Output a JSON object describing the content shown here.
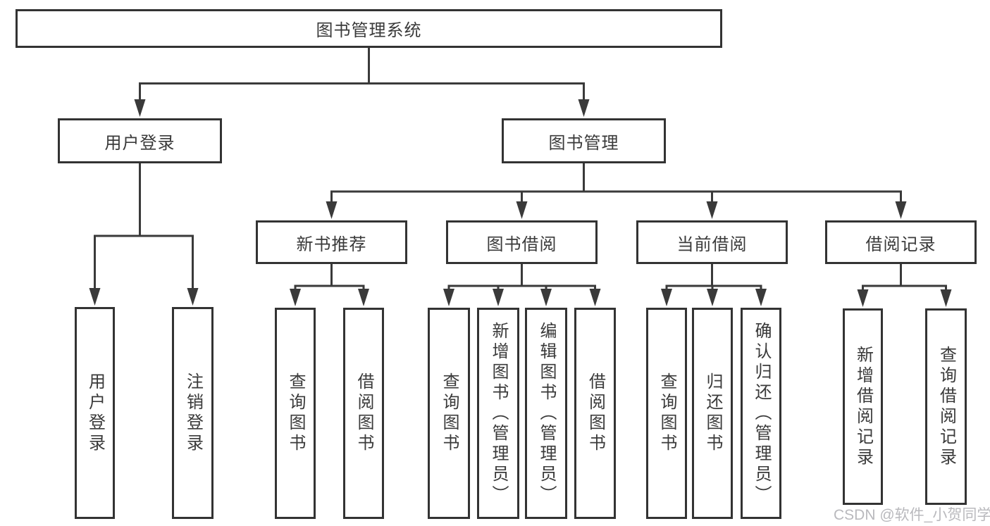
{
  "diagram": {
    "root": {
      "label": "图书管理系统"
    },
    "branches": [
      {
        "label": "用户登录",
        "children": [
          {
            "label": "用户登录"
          },
          {
            "label": "注销登录"
          }
        ]
      },
      {
        "label": "图书管理",
        "children": [
          {
            "label": "新书推荐",
            "children": [
              {
                "label": "查询图书"
              },
              {
                "label": "借阅图书"
              }
            ]
          },
          {
            "label": "图书借阅",
            "children": [
              {
                "label": "查询图书"
              },
              {
                "label": "新增图书（管理员）"
              },
              {
                "label": "编辑图书（管理员）"
              },
              {
                "label": "借阅图书"
              }
            ]
          },
          {
            "label": "当前借阅",
            "children": [
              {
                "label": "查询图书"
              },
              {
                "label": "归还图书"
              },
              {
                "label": "确认归还（管理员）"
              }
            ]
          },
          {
            "label": "借阅记录",
            "children": [
              {
                "label": "新增借阅记录"
              },
              {
                "label": "查询借阅记录"
              }
            ]
          }
        ]
      }
    ]
  },
  "watermark": {
    "text": "CSDN @软件_小贺同学",
    "color": "#b9b9bd"
  },
  "colors": {
    "line": "#3a3a3a",
    "box_border": "#333333",
    "text": "#3a3a3a",
    "background": "#ffffff"
  }
}
